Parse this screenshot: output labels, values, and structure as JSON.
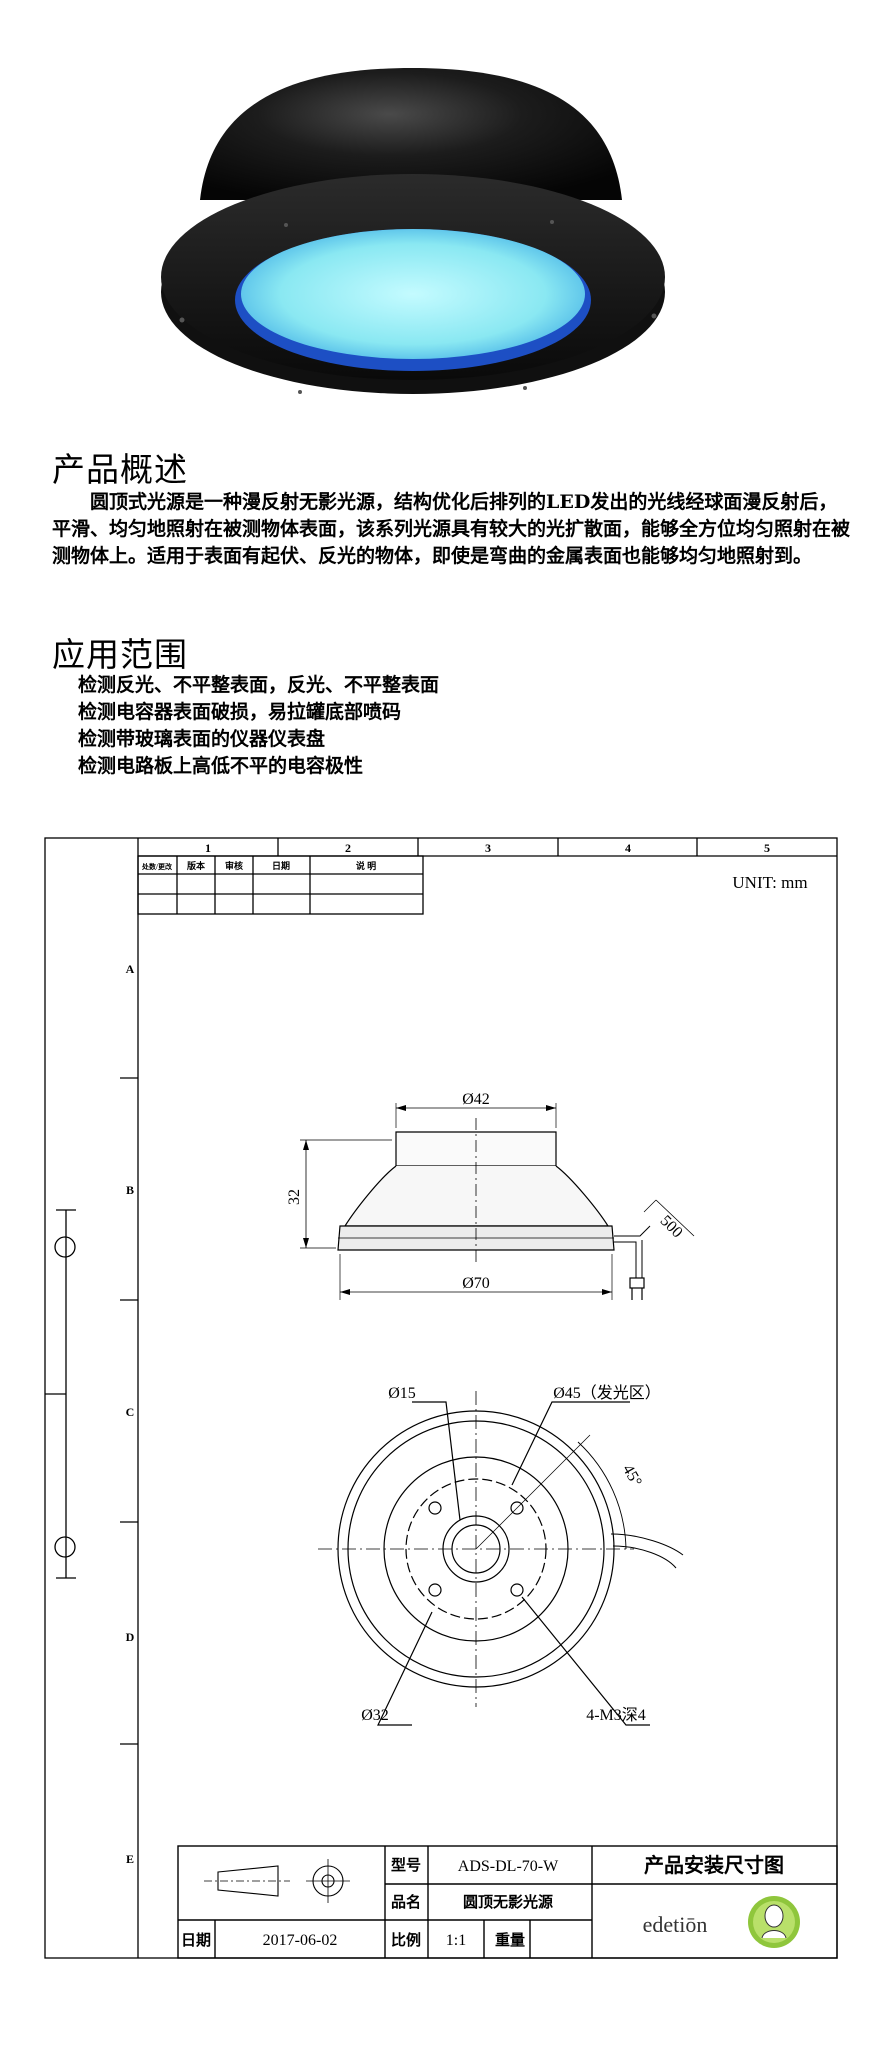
{
  "overview": {
    "title": "产品概述",
    "paragraph": "圆顶式光源是一种漫反射无影光源，结构优化后排列的LED发出的光线经球面漫反射后，平滑、均匀地照射在被测物体表面，该系列光源具有较大的光扩散面，能够全方位均匀照射在被测物体上。适用于表面有起伏、反光的物体，即使是弯曲的金属表面也能够均匀地照射到。"
  },
  "application": {
    "title": "应用范围",
    "items": [
      "检测反光、不平整表面，反光、不平整表面",
      "检测电容器表面破损，易拉罐底部喷码",
      "检测带玻璃表面的仪器仪表盘",
      "检测电路板上高低不平的电容极性"
    ]
  },
  "drawing": {
    "columns": [
      "1",
      "2",
      "3",
      "4",
      "5"
    ],
    "rows": [
      "A",
      "B",
      "C",
      "D",
      "E"
    ],
    "revision_headers": [
      "处数/更改",
      "版本",
      "审核",
      "日期",
      "说 明"
    ],
    "unit": "UNIT: mm",
    "dims": {
      "top_dia": "Ø42",
      "height": "32",
      "cable": "500",
      "base_dia": "Ø70",
      "hole_dia": "Ø15",
      "emit_area": "Ø45（发光区）",
      "angle": "45°",
      "bolt_circle": "Ø32",
      "screws": "4-M3深4"
    },
    "title_block": {
      "model_label": "型号",
      "model_value": "ADS-DL-70-W",
      "drawing_title": "产品安装尺寸图",
      "name_label": "品名",
      "name_value": "圆顶无影光源",
      "date_label": "日期",
      "date_value": "2017-06-02",
      "scale_label": "比例",
      "scale_value": "1:1",
      "weight_label": "重量",
      "brand": "edetiōn"
    }
  },
  "colors": {
    "dome_body": "#131313",
    "led_glow": "#7fe3ef",
    "led_edge": "#2f63d8",
    "brand_green": "#8fc63c"
  }
}
